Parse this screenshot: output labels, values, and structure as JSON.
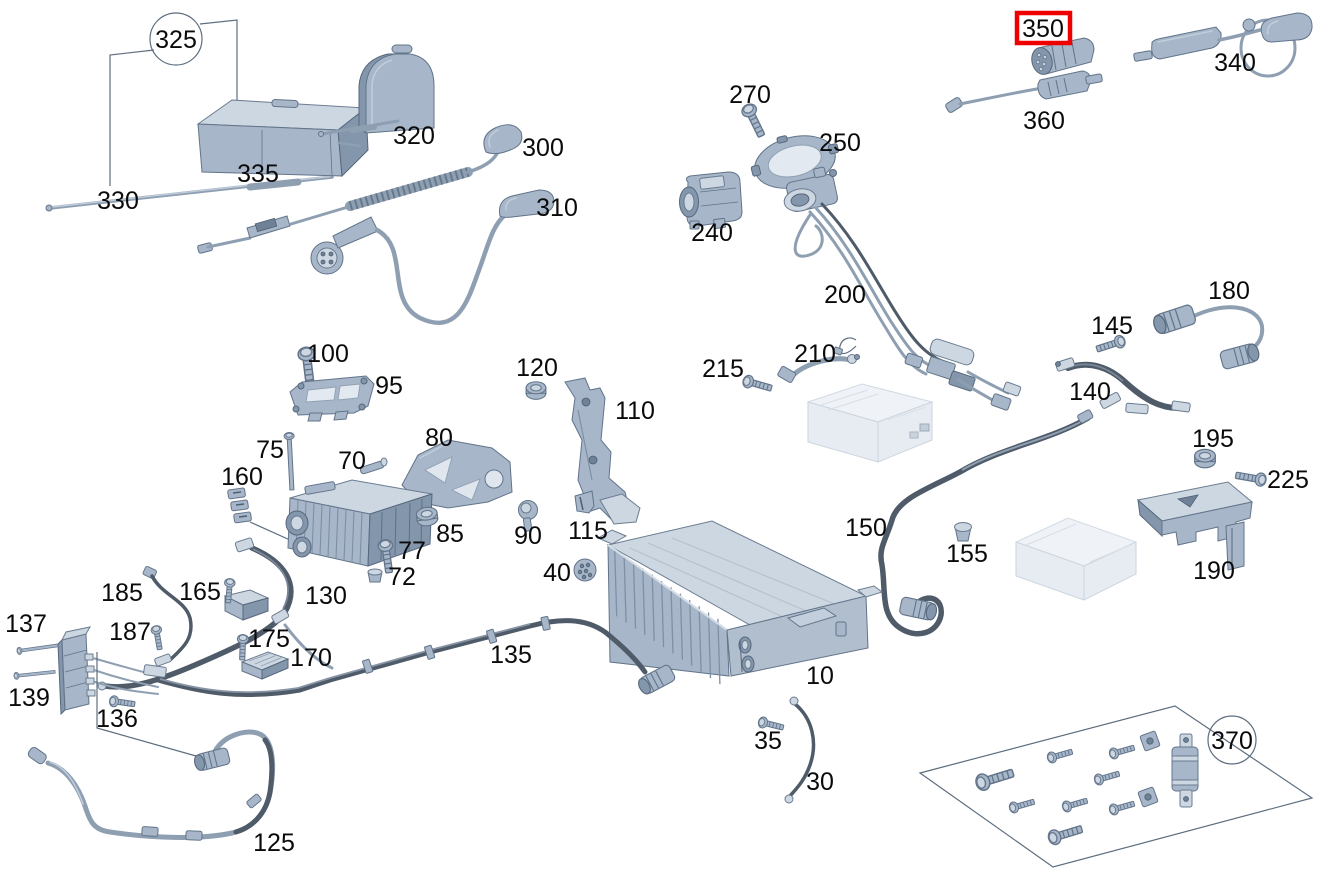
{
  "diagram": {
    "type": "exploded-parts-diagram",
    "subject": "high-voltage battery, charging cables and wiring",
    "background_color": "#ffffff",
    "highlight_color": "#ee0000",
    "line_color": "#5d6d7e",
    "part_body_color": "#a7b7c9",
    "part_light_color": "#cdd7e2",
    "part_dark_color": "#8396ab",
    "ghost_part_color": "#eff2f6",
    "highlighted_part": "350",
    "circled_parts": [
      "325",
      "370"
    ]
  },
  "parts": {
    "p10": {
      "label": "10",
      "name": "high-voltage-battery"
    },
    "p30": {
      "label": "30",
      "name": "ground-cable"
    },
    "p35": {
      "label": "35",
      "name": "screw"
    },
    "p40": {
      "label": "40",
      "name": "sealing-cap"
    },
    "p70": {
      "label": "70",
      "name": "power-electronics-unit"
    },
    "p72": {
      "label": "72",
      "name": "grommet"
    },
    "p75": {
      "label": "75",
      "name": "long-screw"
    },
    "p77": {
      "label": "77",
      "name": "bolt"
    },
    "p80": {
      "label": "80",
      "name": "support-bracket"
    },
    "p85": {
      "label": "85",
      "name": "flange-nut"
    },
    "p90": {
      "label": "90",
      "name": "dome-screw"
    },
    "p95": {
      "label": "95",
      "name": "mounting-frame"
    },
    "p100": {
      "label": "100",
      "name": "screw"
    },
    "p110": {
      "label": "110",
      "name": "side-bracket"
    },
    "p115": {
      "label": "115",
      "name": "retaining-clip"
    },
    "p120": {
      "label": "120",
      "name": "flange-nut"
    },
    "p125": {
      "label": "125",
      "name": "wiring-harness-loop"
    },
    "p130": {
      "label": "130",
      "name": "battery-cable"
    },
    "p135": {
      "label": "135",
      "name": "wiring-harness"
    },
    "p136": {
      "label": "136",
      "name": "screw"
    },
    "p137": {
      "label": "137",
      "name": "bolt"
    },
    "p139": {
      "label": "139",
      "name": "bolt"
    },
    "p140": {
      "label": "140",
      "name": "ground-strap"
    },
    "p145": {
      "label": "145",
      "name": "screw"
    },
    "p150": {
      "label": "150",
      "name": "battery-cable"
    },
    "p155": {
      "label": "155",
      "name": "blind-plug"
    },
    "p160": {
      "label": "160",
      "name": "clip-stack"
    },
    "p165": {
      "label": "165",
      "name": "screw"
    },
    "p170": {
      "label": "170",
      "name": "control-module"
    },
    "p175": {
      "label": "175",
      "name": "screw"
    },
    "p180": {
      "label": "180",
      "name": "jumper-cable"
    },
    "p185": {
      "label": "185",
      "name": "sensor-cable"
    },
    "p187": {
      "label": "187",
      "name": "screw"
    },
    "p190": {
      "label": "190",
      "name": "protective-cover"
    },
    "p195": {
      "label": "195",
      "name": "flange-nut"
    },
    "p200": {
      "label": "200",
      "name": "charge-socket-wiring-harness"
    },
    "p210": {
      "label": "210",
      "name": "vent-hose"
    },
    "p215": {
      "label": "215",
      "name": "screw"
    },
    "p225": {
      "label": "225",
      "name": "screw"
    },
    "p240": {
      "label": "240",
      "name": "actuator"
    },
    "p250": {
      "label": "250",
      "name": "charge-socket-ring"
    },
    "p270": {
      "label": "270",
      "name": "screw"
    },
    "p300": {
      "label": "300",
      "name": "charging-cable-coiled"
    },
    "p310": {
      "label": "310",
      "name": "charging-cable"
    },
    "p320": {
      "label": "320",
      "name": "storage-bag"
    },
    "p325": {
      "label": "325",
      "name": "charging-cable-kit",
      "circled": true
    },
    "p330": {
      "label": "330",
      "name": "retaining-rod"
    },
    "p335": {
      "label": "335",
      "name": "storage-case"
    },
    "p340": {
      "label": "340",
      "name": "adapter-charging-cable"
    },
    "p350": {
      "label": "350",
      "name": "connector-adapter",
      "highlighted": true
    },
    "p360": {
      "label": "360",
      "name": "adapter-cable"
    },
    "p370": {
      "label": "370",
      "name": "fastening-kit",
      "circled": true
    }
  }
}
